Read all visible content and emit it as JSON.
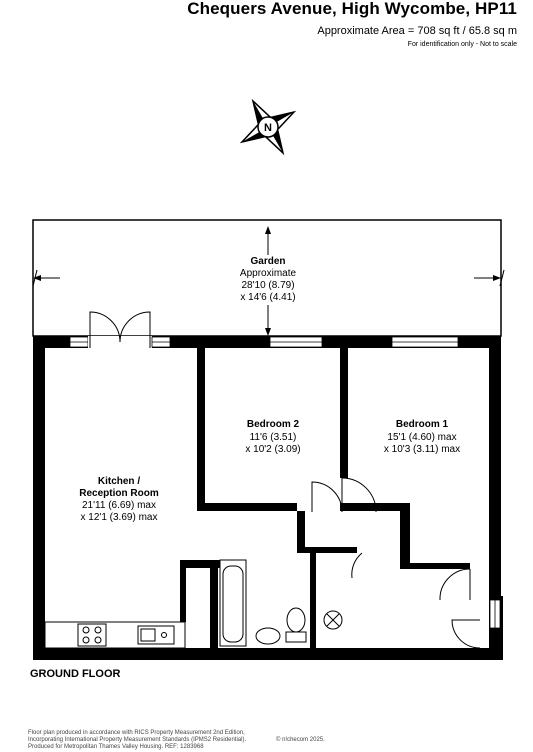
{
  "header": {
    "title": "Chequers Avenue, High Wycombe, HP11",
    "area": "Approximate Area = 708 sq ft / 65.8 sq m",
    "note": "For identification only - Not to scale"
  },
  "compass": {
    "label": "N"
  },
  "rooms": {
    "garden": {
      "name": "Garden",
      "line1": "Approximate",
      "line2": "28'10 (8.79)",
      "line3": "x 14'6 (4.41)"
    },
    "bedroom2": {
      "name": "Bedroom 2",
      "line1": "11'6 (3.51)",
      "line2": "x 10'2 (3.09)"
    },
    "bedroom1": {
      "name": "Bedroom 1",
      "line1": "15'1 (4.60) max",
      "line2": "x 10'3 (3.11) max"
    },
    "kitchen": {
      "name1": "Kitchen /",
      "name2": "Reception Room",
      "line1": "21'11 (6.69) max",
      "line2": "x 12'1 (3.69) max"
    }
  },
  "floor_label": "GROUND FLOOR",
  "footer": {
    "line1": "Floor plan produced in accordance with RICS Property Measurement 2nd Edition,",
    "line2": "Incorporating International Property Measurement Standards (IPMS2 Residential).",
    "line3": "Produced for Metropolitan Thames Valley Housing.   REF: 1283968",
    "credit": "© n!checom 2025."
  }
}
